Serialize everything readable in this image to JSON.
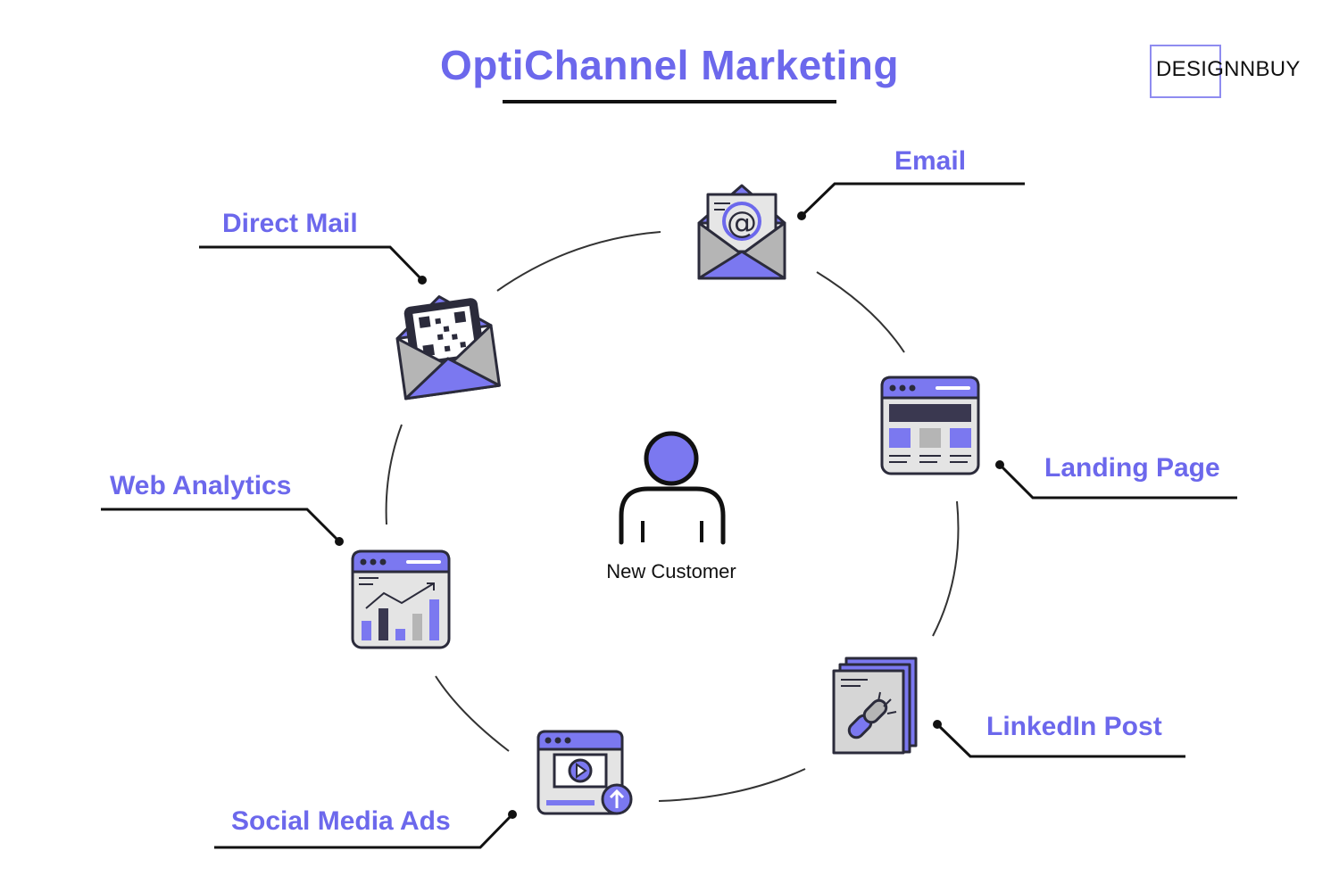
{
  "title": "OptiChannel Marketing",
  "brand": {
    "logo_text": "DESIGNNBUY"
  },
  "center": {
    "label": "New Customer",
    "icon": "person-icon"
  },
  "channels": [
    {
      "id": "email",
      "label": "Email",
      "icon": "envelope-at-icon"
    },
    {
      "id": "landing-page",
      "label": "Landing Page",
      "icon": "webpage-icon"
    },
    {
      "id": "linkedin-post",
      "label": "LinkedIn Post",
      "icon": "link-document-icon"
    },
    {
      "id": "social-media-ads",
      "label": "Social Media Ads",
      "icon": "video-upload-icon"
    },
    {
      "id": "web-analytics",
      "label": "Web Analytics",
      "icon": "analytics-chart-icon"
    },
    {
      "id": "direct-mail",
      "label": "Direct Mail",
      "icon": "qr-envelope-icon"
    }
  ],
  "colors": {
    "accent": "#6c68ec",
    "icon_fill": "#7b78f0",
    "gray": "#c8c8c8",
    "outline": "#2b2b3b",
    "dark_bar": "#3a3850"
  }
}
